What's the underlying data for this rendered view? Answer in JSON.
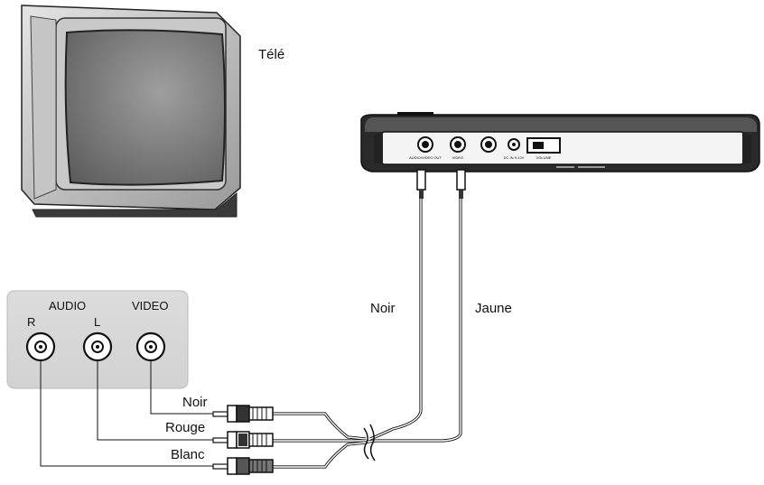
{
  "tv": {
    "label": "Télé"
  },
  "panel": {
    "audio_label": "AUDIO",
    "video_label": "VIDEO",
    "right_label": "R",
    "left_label": "L"
  },
  "cables": {
    "black": "Noir",
    "red": "Rouge",
    "white": "Blanc",
    "black_main": "Noir",
    "yellow_main": "Jaune"
  },
  "player": {
    "audio_video_out_label": "AUDIO/VIDEO OUT",
    "video_label": "VIDEO",
    "dc_label": "DC IN 9-12V",
    "volume_label": "VOLUME"
  }
}
